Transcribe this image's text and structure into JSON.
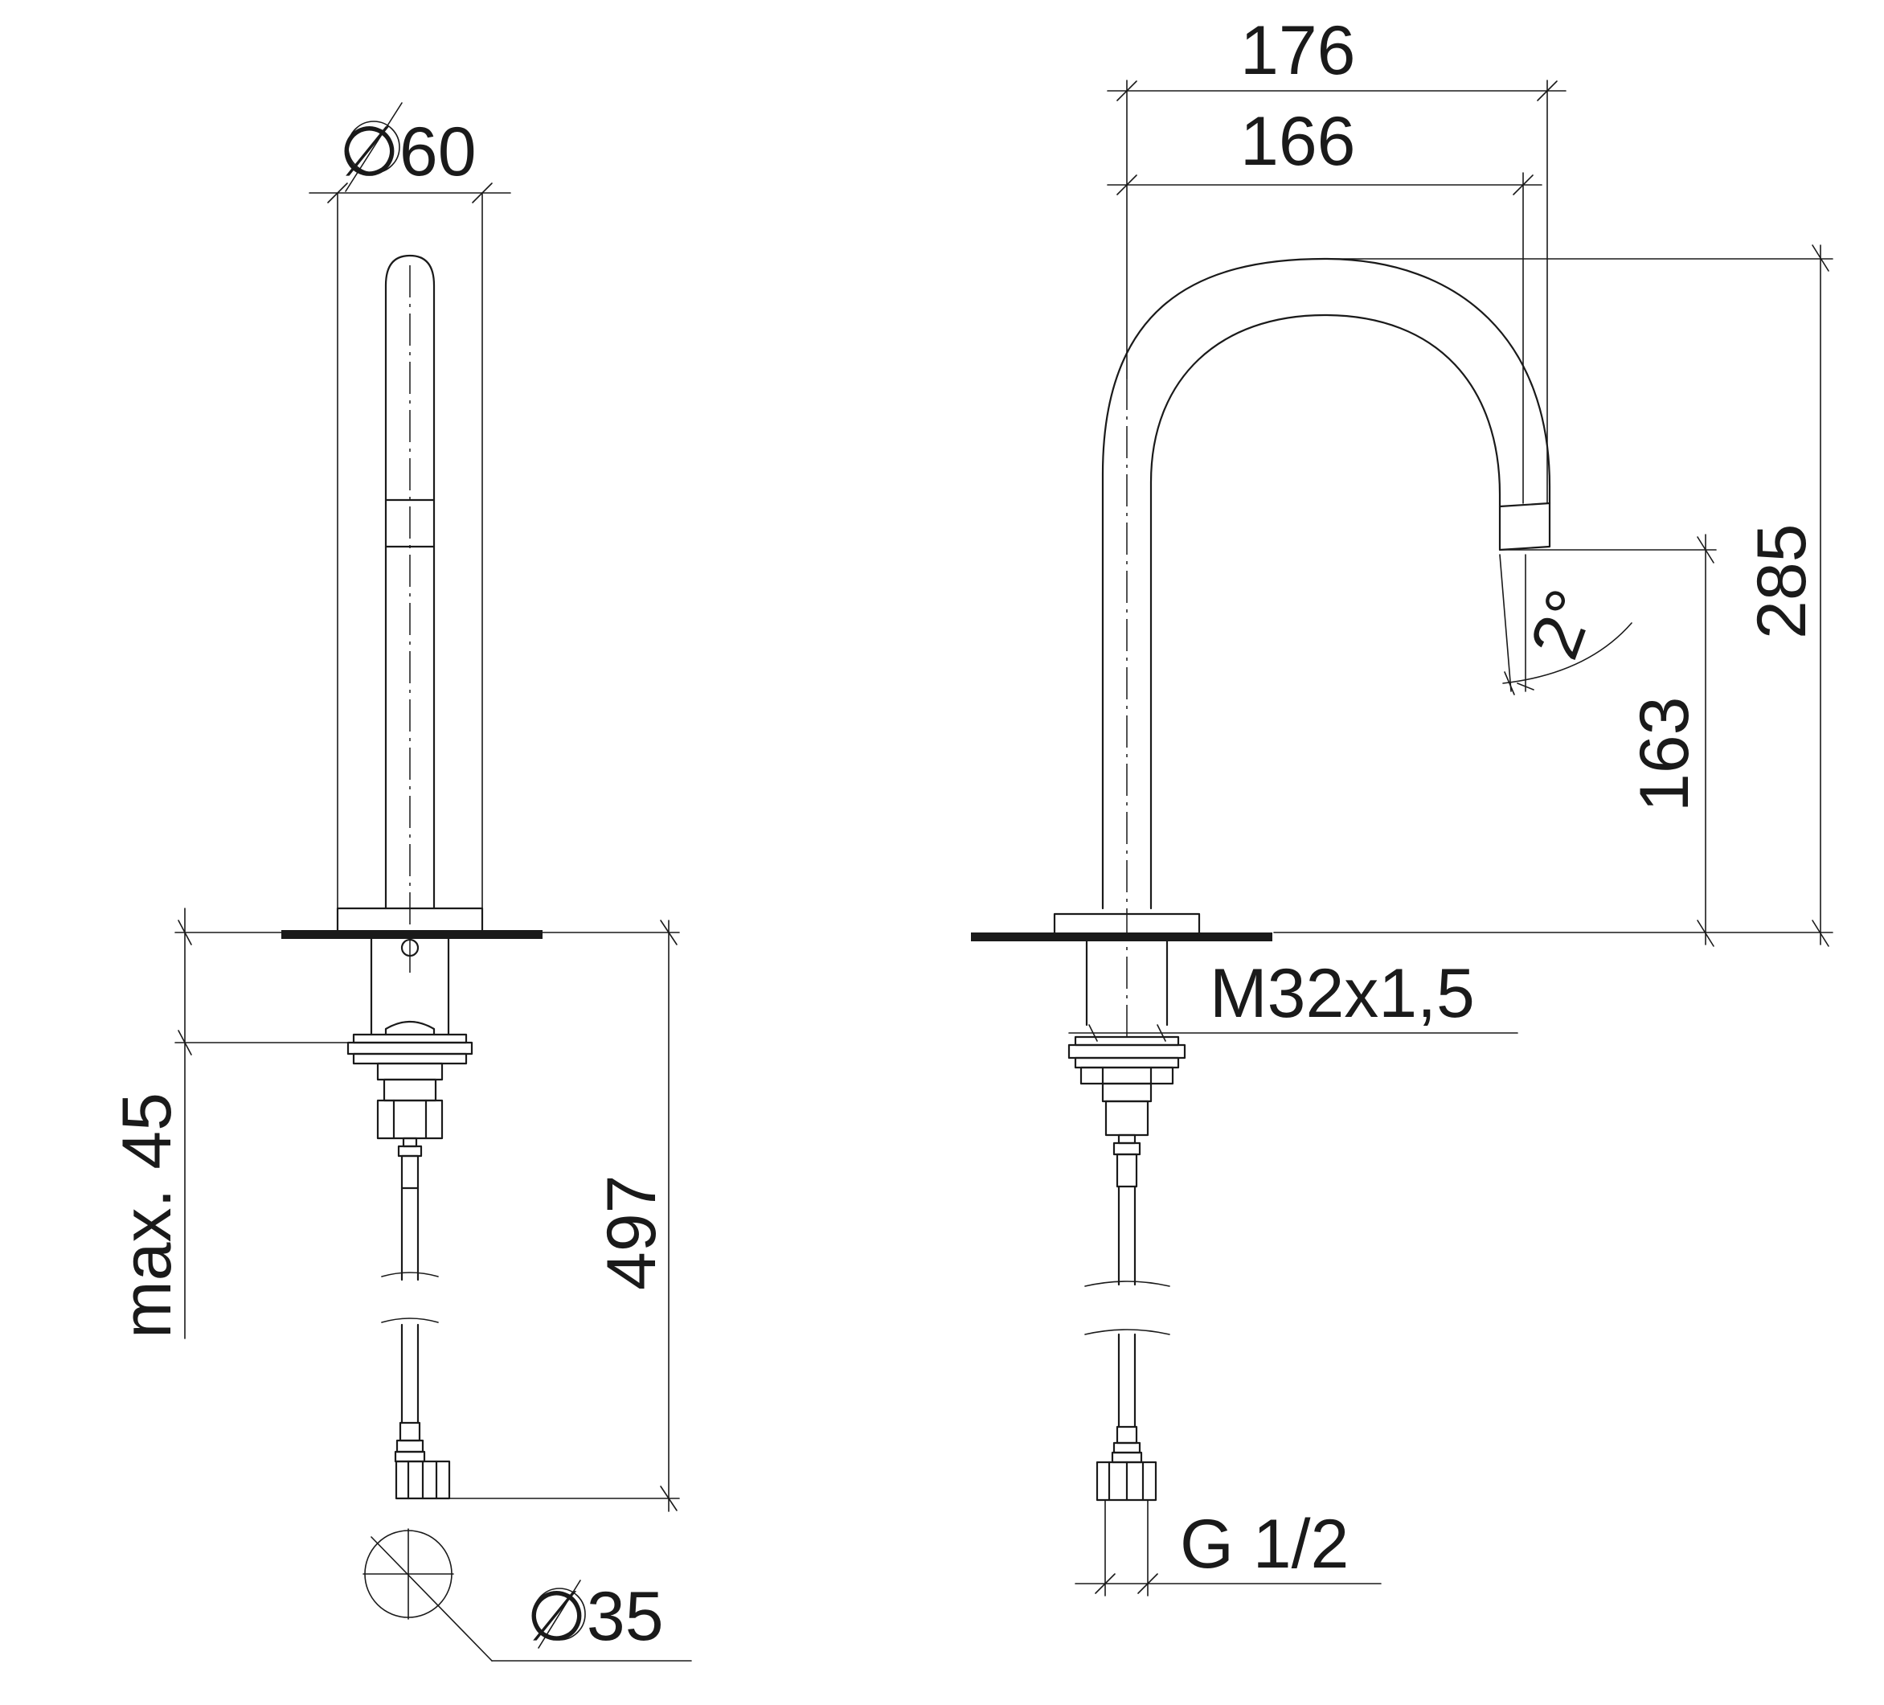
{
  "front_view": {
    "dim_top_diameter": "∅60",
    "dim_mounting_depth": "max. 45",
    "dim_hose_length": "497",
    "dim_hose_diameter": "∅35"
  },
  "side_view": {
    "dim_reach_outer": "176",
    "dim_reach_inner": "166",
    "dim_total_height": "285",
    "dim_outlet_height": "163",
    "dim_outlet_angle": "2°",
    "dim_thread": "M32x1,5",
    "dim_connection": "G 1/2"
  }
}
